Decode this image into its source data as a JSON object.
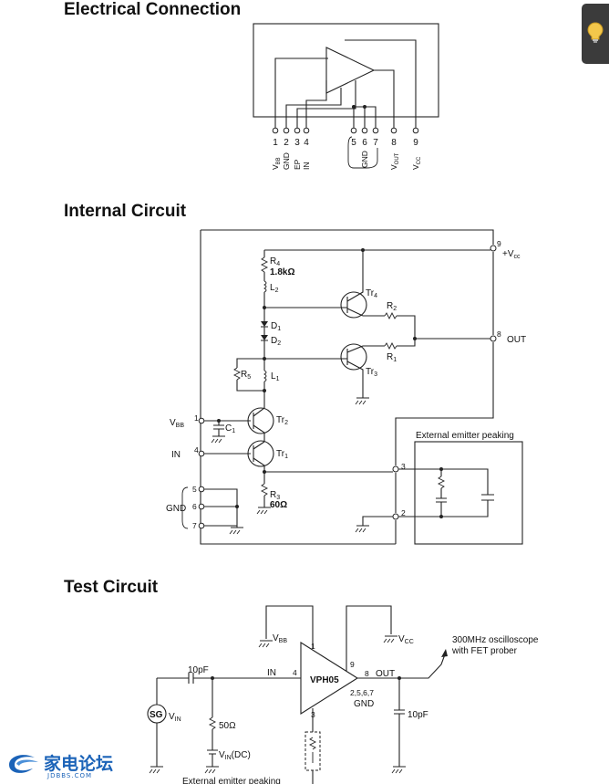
{
  "sections": {
    "electrical": "Electrical Connection",
    "internal": "Internal Circuit",
    "test": "Test Circuit"
  },
  "electrical": {
    "pins": [
      "1",
      "2",
      "3",
      "4",
      "5",
      "6",
      "7",
      "8",
      "9"
    ],
    "pin_labels": {
      "p1": "V",
      "p1_sub": "BB",
      "p2": "GND",
      "p3": "EP",
      "p4": "IN",
      "gnd": "GND",
      "p8": "V",
      "p8_sub": "OUT",
      "p9": "V",
      "p9_sub": "CC"
    }
  },
  "internal": {
    "vcc_pin": "9",
    "vcc_plus": "+V",
    "vcc_sub": "cc",
    "out_pin": "8",
    "out_label": "OUT",
    "r4": "R",
    "r4_sub": "4",
    "r4_value": "1.8kΩ",
    "l2": "L",
    "l2_sub": "2",
    "d1": "D",
    "d1_sub": "1",
    "d2": "D",
    "d2_sub": "2",
    "r5": "R",
    "r5_sub": "5",
    "l1": "L",
    "l1_sub": "1",
    "tr4": "Tr",
    "tr4_sub": "4",
    "tr3": "Tr",
    "tr3_sub": "3",
    "r2": "R",
    "r2_sub": "2",
    "r1": "R",
    "r1_sub": "1",
    "vbb": "V",
    "vbb_sub": "BB",
    "vbb_pin": "1",
    "c1": "C",
    "c1_sub": "1",
    "tr2": "Tr",
    "tr2_sub": "2",
    "in_label": "IN",
    "in_pin": "4",
    "tr1": "Tr",
    "tr1_sub": "1",
    "r3": "R",
    "r3_sub": "3",
    "r3_value": "60Ω",
    "gnd_label": "GND",
    "gnd_pins": [
      "5",
      "6",
      "7"
    ],
    "ext_title": "External emitter peaking",
    "ext_pin3": "3",
    "ext_pin2": "2"
  },
  "test": {
    "vbb": "V",
    "vbb_sub": "BB",
    "vcc": "V",
    "vcc_sub": "CC",
    "cap_in": "10pF",
    "in_label": "IN",
    "in_pin": "4",
    "chip": "VPH05",
    "pin9": "9",
    "pin1": "1",
    "pin8": "8",
    "out_label": "OUT",
    "gnd_pins": "2,5,6,7",
    "gnd_label": "GND",
    "pin3": "3",
    "scope_line1": "300MHz oscilloscope",
    "scope_line2": "with FET prober",
    "sg": "SG",
    "vin": "V",
    "vin_sub": "IN",
    "r50": "50Ω",
    "vin_dc": "V",
    "vin_dc_sub": "IN",
    "vin_dc_suffix": "(DC)",
    "cap_out": "10pF",
    "ext_caption": "External emitter peaking"
  },
  "logo": {
    "name": "家电论坛",
    "domain": "JDBBS.COM"
  },
  "colors": {
    "logo_blue": "#1b63b8",
    "ink": "#222222",
    "hint_bg": "#3b3b3b",
    "bulb": "#f3c74b"
  },
  "icons": {
    "hint": "lightbulb-icon",
    "logo": "swoosh-logo-icon"
  }
}
